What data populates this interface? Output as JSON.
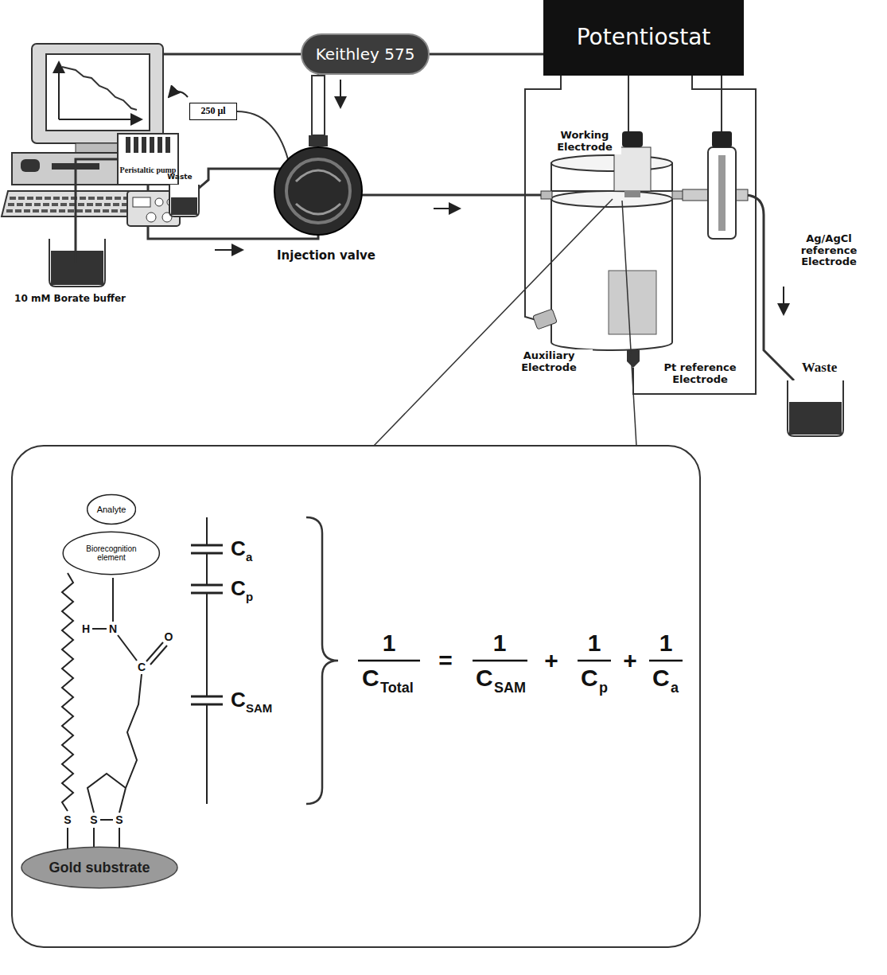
{
  "diagram": {
    "nodes": [
      {
        "text": [
          "Keithley 575"
        ]
      },
      {
        "text": [
          "Potentiostat"
        ]
      },
      {
        "text": [
          "250 µl"
        ]
      },
      {
        "text": [
          "Analyte"
        ]
      },
      {
        "text": [
          "Biorecognition element"
        ]
      },
      {
        "text": [
          "Gold substrate"
        ]
      }
    ],
    "edges": [
      {
        "from": 0,
        "to": 1,
        "arrow": "none"
      }
    ],
    "labels": [
      "Waste",
      "Peristaltic pump",
      "Injection valve",
      "10 mM Borate buffer",
      "Working Electrode",
      "Ag/AgCl reference Electrode",
      "Auxiliary Electrode",
      "Pt reference Electrode",
      "Waste",
      "H",
      "N",
      "C",
      "O",
      "S",
      "S",
      "S",
      "C",
      "a",
      "C",
      "p",
      "C",
      "SAM",
      "1",
      "C",
      "Total",
      "=",
      "1",
      "C",
      "SAM",
      "+",
      "1",
      "C",
      "p",
      "+",
      "1",
      "C",
      "a"
    ]
  }
}
